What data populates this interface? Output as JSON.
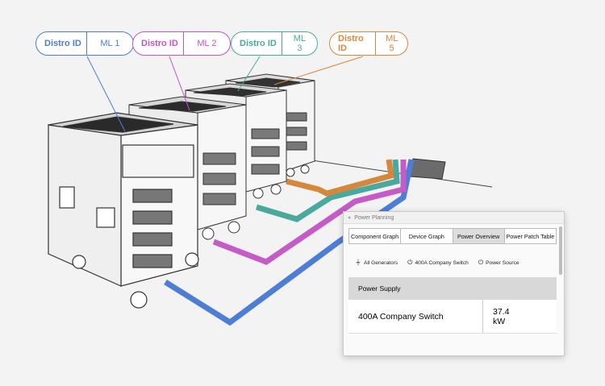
{
  "distros": [
    {
      "key": "Distro ID",
      "value": "ML 1",
      "color": "#4d7ccf"
    },
    {
      "key": "Distro ID",
      "value": "ML 2",
      "color": "#c352c3"
    },
    {
      "key": "Distro ID",
      "value": "ML 3",
      "color": "#48a99b"
    },
    {
      "key": "Distro ID",
      "value": "ML 5",
      "color": "#d8873c"
    }
  ],
  "panel": {
    "title": "Power Planning",
    "tabs": [
      "Component Graph",
      "Device Graph",
      "Power Overview",
      "Power Patch Table"
    ],
    "active_tab": "Power Overview",
    "filters": [
      {
        "icon": "plug-icon",
        "label": "All Generators"
      },
      {
        "icon": "power-icon",
        "label": "400A Company Switch"
      },
      {
        "icon": "power-icon",
        "label": "Power Source"
      }
    ],
    "section": "Power Supply",
    "row": {
      "name": "400A Company Switch",
      "value_line1": "37.4",
      "value_line2": "kW"
    }
  }
}
